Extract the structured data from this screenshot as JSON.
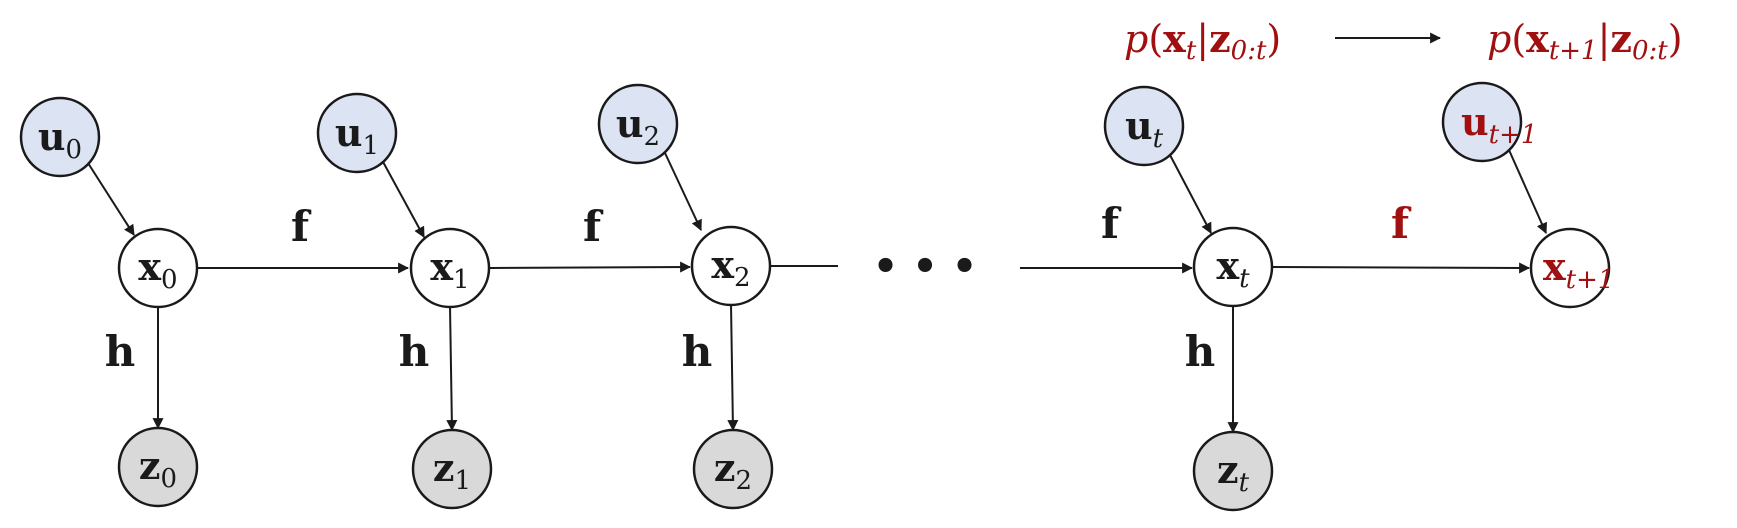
{
  "colors": {
    "ink": "#1a1a1a",
    "accent_red": "#a01010",
    "input_fill": "#dce4f4",
    "observation_fill": "#d9d9d9",
    "state_fill": "#ffffff"
  },
  "prediction": {
    "lhs": {
      "p": "p",
      "x": "x",
      "x_sub": "t",
      "z": "z",
      "z_sub": "0:t"
    },
    "rhs": {
      "p": "p",
      "x": "x",
      "x_sub": "t+1",
      "z": "z",
      "z_sub": "0:t"
    }
  },
  "inputs": [
    {
      "sym": "u",
      "sub": "0"
    },
    {
      "sym": "u",
      "sub": "1"
    },
    {
      "sym": "u",
      "sub": "2"
    },
    {
      "sym": "u",
      "sub": "t"
    },
    {
      "sym": "u",
      "sub": "t+1"
    }
  ],
  "states": [
    {
      "sym": "x",
      "sub": "0"
    },
    {
      "sym": "x",
      "sub": "1"
    },
    {
      "sym": "x",
      "sub": "2"
    },
    {
      "sym": "x",
      "sub": "t"
    },
    {
      "sym": "x",
      "sub": "t+1"
    }
  ],
  "observations": [
    {
      "sym": "z",
      "sub": "0"
    },
    {
      "sym": "z",
      "sub": "1"
    },
    {
      "sym": "z",
      "sub": "2"
    },
    {
      "sym": "z",
      "sub": "t"
    }
  ],
  "transitions": [
    "f",
    "f",
    "f",
    "f"
  ],
  "measurements": [
    "h",
    "h",
    "h",
    "h"
  ],
  "ellipsis": "• • •"
}
